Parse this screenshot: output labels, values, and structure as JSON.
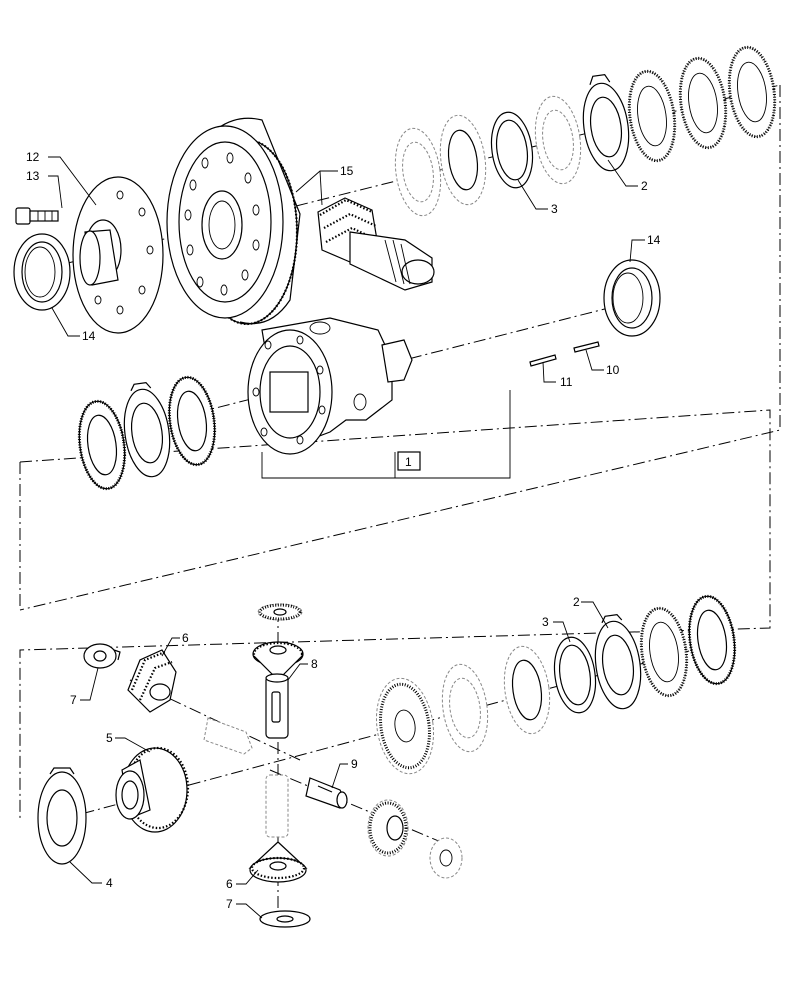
{
  "callouts": {
    "c1": "1",
    "c2_top": "2",
    "c2_bottom": "2",
    "c3_top": "3",
    "c3_bottom": "3",
    "c4": "4",
    "c5": "5",
    "c6_top": "6",
    "c6_bottom": "6",
    "c7_top": "7",
    "c7_bottom": "7",
    "c8": "8",
    "c9": "9",
    "c10": "10",
    "c11": "11",
    "c12": "12",
    "c13": "13",
    "c14_left": "14",
    "c14_right": "14",
    "c15": "15"
  }
}
